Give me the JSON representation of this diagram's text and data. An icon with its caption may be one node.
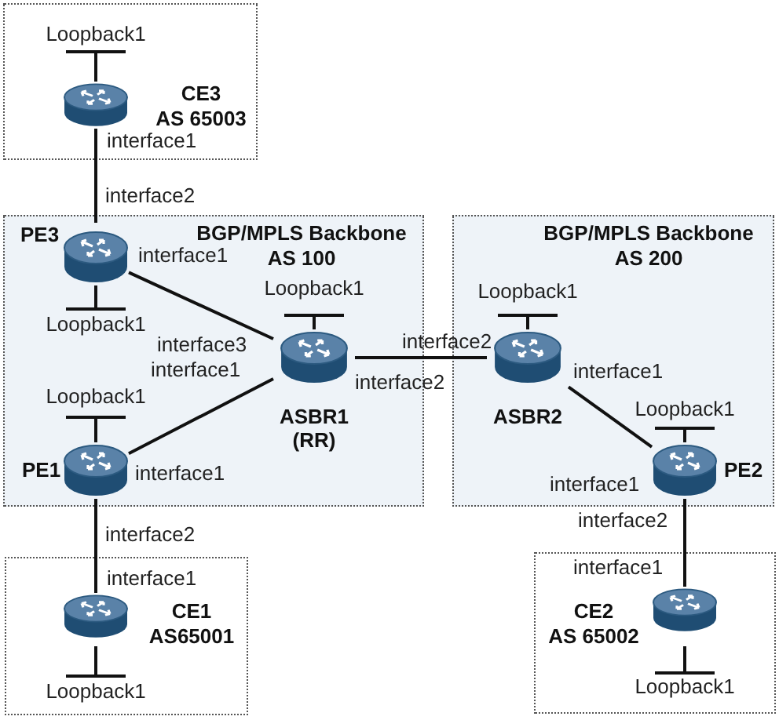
{
  "diagram": {
    "nodes": [
      {
        "text": [],
        "shape": "box"
      },
      {
        "text": [
          "CE3",
          "AS 65003"
        ],
        "in": 0,
        "beside": [
          "interface1"
        ]
      },
      {
        "text": [
          "Loopback1"
        ],
        "in": 0
      },
      {
        "text": [
          "BGP/MPLS Backbone AS 100"
        ]
      },
      {
        "text": [
          "PE3"
        ],
        "in": 3,
        "beside": [
          "interface2",
          "interface1"
        ]
      },
      {
        "text": [
          "Loopback1"
        ],
        "in": 3
      },
      {
        "text": [
          "ASBR1 (RR)"
        ],
        "in": 3,
        "beside": [
          "interface3",
          "interface1",
          "interface2"
        ]
      },
      {
        "text": [
          "Loopback1"
        ],
        "in": 3
      },
      {
        "text": [
          "PE1"
        ],
        "in": 3,
        "beside": [
          "interface1",
          "interface2"
        ]
      },
      {
        "text": [
          "Loopback1"
        ],
        "in": 3
      },
      {
        "text": [
          "BGP/MPLS Backbone AS 200"
        ]
      },
      {
        "text": [
          "ASBR2"
        ],
        "in": 10,
        "beside": [
          "interface2",
          "interface1"
        ]
      },
      {
        "text": [
          "Loopback1"
        ],
        "in": 10
      },
      {
        "text": [
          "PE2"
        ],
        "in": 10,
        "beside": [
          "interface1",
          "interface2"
        ]
      },
      {
        "text": [
          "Loopback1"
        ],
        "in": 10
      },
      {
        "text": [],
        "shape": "box"
      },
      {
        "text": [
          "CE1",
          "AS65001"
        ],
        "in": 15,
        "beside": [
          "interface1"
        ]
      },
      {
        "text": [
          "Loopback1"
        ],
        "in": 15
      },
      {
        "text": [],
        "shape": "box"
      },
      {
        "text": [
          "CE2",
          "AS 65002"
        ],
        "in": 18,
        "beside": [
          "interface1"
        ]
      },
      {
        "text": [
          "Loopback1"
        ],
        "in": 18
      }
    ],
    "edges": [
      {
        "from": 1,
        "to": 2,
        "arrow": "none"
      },
      {
        "from": 1,
        "to": 4,
        "arrow": "none"
      },
      {
        "from": 4,
        "to": 5,
        "arrow": "none"
      },
      {
        "from": 4,
        "to": 6,
        "arrow": "none"
      },
      {
        "from": 6,
        "to": 7,
        "arrow": "none"
      },
      {
        "from": 8,
        "to": 9,
        "arrow": "none"
      },
      {
        "from": 8,
        "to": 6,
        "arrow": "none"
      },
      {
        "from": 6,
        "to": 11,
        "arrow": "none"
      },
      {
        "from": 11,
        "to": 12,
        "arrow": "none"
      },
      {
        "from": 11,
        "to": 13,
        "arrow": "none"
      },
      {
        "from": 13,
        "to": 14,
        "arrow": "none"
      },
      {
        "from": 8,
        "to": 16,
        "arrow": "none"
      },
      {
        "from": 16,
        "to": 17,
        "arrow": "none"
      },
      {
        "from": 13,
        "to": 19,
        "arrow": "none"
      },
      {
        "from": 19,
        "to": 20,
        "arrow": "none"
      }
    ]
  }
}
